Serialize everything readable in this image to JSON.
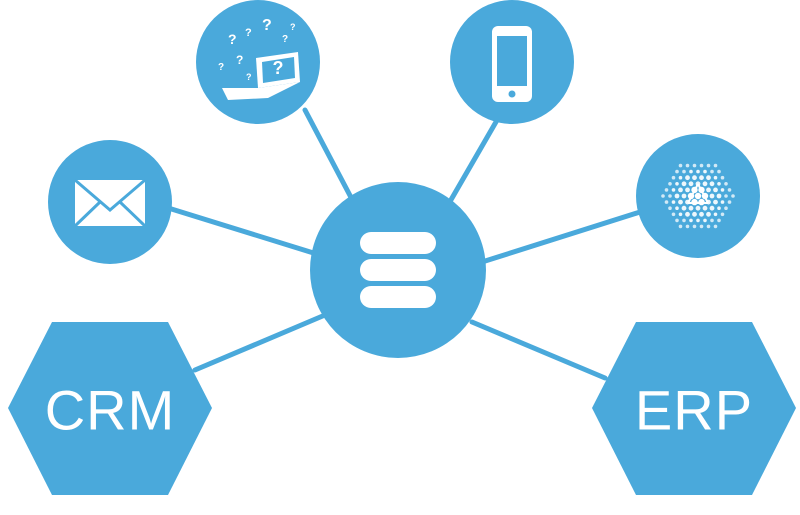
{
  "colors": {
    "primary": "#4aa9db",
    "connector": "#4aa9db",
    "icon_fill": "#ffffff"
  },
  "hub": {
    "icon": "database-icon"
  },
  "satellites": [
    {
      "id": "email",
      "icon": "envelope-icon"
    },
    {
      "id": "laptop",
      "icon": "laptop-question-icon"
    },
    {
      "id": "mobile",
      "icon": "smartphone-icon"
    },
    {
      "id": "network",
      "icon": "dot-network-icon"
    }
  ],
  "hexagons": {
    "crm": {
      "label": "CRM"
    },
    "erp": {
      "label": "ERP"
    }
  }
}
